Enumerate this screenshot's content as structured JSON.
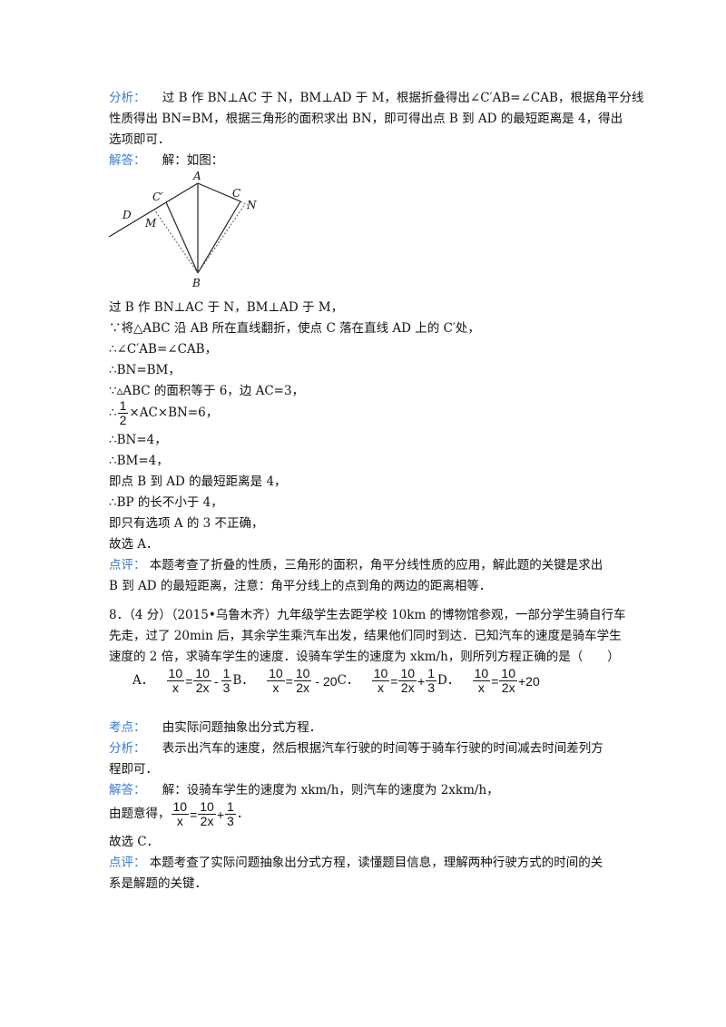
{
  "s7": {
    "analysis_tag": "分析：",
    "analysis_l1": "过 B 作 BN⊥AC 于 N，BM⊥AD 于 M，根据折叠得出∠C′AB=∠CAB，根据角平分线",
    "analysis_l2": "性质得出 BN=BM，根据三角形的面积求出 BN，即可得出点 B 到 AD 的最短距离是 4，得出",
    "analysis_l3": "选项即可．",
    "answer_tag": "解答：",
    "answer_intro": "解：如图：",
    "figure": {
      "A": "A",
      "B": "B",
      "C": "C",
      "C1": "C′",
      "D": "D",
      "M": "M",
      "N": "N"
    },
    "steps": [
      "过 B 作 BN⊥AC 于 N，BM⊥AD 于 M，",
      "∵将△ABC 沿 AB 所在直线翻折，使点 C 落在直线 AD 上的 C′处，",
      "∴∠C′AB=∠CAB，",
      "∴BN=BM，",
      "∵▵ABC 的面积等于 6，边 AC=3，"
    ],
    "frac_step_prefix": "∴",
    "frac_step_num": "1",
    "frac_step_den": "2",
    "frac_step_suffix": "×AC×BN=6，",
    "steps2": [
      "∴BN=4，",
      "∴BM=4，",
      "即点 B 到 AD 的最短距离是 4，",
      "∴BP 的长不小于 4，",
      "即只有选项 A 的 3 不正确，",
      "故选 A．"
    ],
    "comment_tag": "点评：",
    "comment_l1": "本题考查了折叠的性质，三角形的面积，角平分线性质的应用，解此题的关键是求出",
    "comment_l2": "B 到 AD 的最短距离，注意：角平分线上的点到角的两边的距离相等．"
  },
  "q8": {
    "l1": "8．（4 分）（2015•乌鲁木齐）九年级学生去距学校 10km 的博物馆参观，一部分学生骑自行车",
    "l2": "先走，过了 20min 后，其余学生乘汽车出发，结果他们同时到达．已知汽车的速度是骑车学生",
    "l3": "速度的 2 倍，求骑车学生的速度．设骑车学生的速度为 xkm/h，则所列方程正确的是（　　）",
    "options": {
      "A_label": "A．",
      "A_n1": "10",
      "A_d1": "x",
      "A_op1": "=",
      "A_n2": "10",
      "A_d2": "2x",
      "A_op2": "-",
      "A_n3": "1",
      "A_d3": "3",
      "B_label": "B．",
      "B_n1": "10",
      "B_d1": "x",
      "B_op1": "=",
      "B_n2": "10",
      "B_d2": "2x",
      "B_tail": "- 20",
      "C_label": "C．",
      "C_n1": "10",
      "C_d1": "x",
      "C_op1": "=",
      "C_n2": "10",
      "C_d2": "2x",
      "C_op2": "+",
      "C_n3": "1",
      "C_d3": "3",
      "D_label": "D．",
      "D_n1": "10",
      "D_d1": "x",
      "D_op1": "=",
      "D_n2": "10",
      "D_d2": "2x",
      "D_tail": "+20"
    },
    "kaodian_tag": "考点：",
    "kaodian": "由实际问题抽象出分式方程．",
    "analysis_tag": "分析：",
    "analysis_l1": "表示出汽车的速度，然后根据汽车行驶的时间等于骑车行驶的时间减去时间差列方",
    "analysis_l2": "程即可．",
    "answer_tag": "解答：",
    "answer_l1": "解：设骑车学生的速度为 xkm/h，则汽车的速度为 2xkm/h，",
    "answer_l2_prefix": "由题意得，",
    "ans_n1": "10",
    "ans_d1": "x",
    "ans_op1": "=",
    "ans_n2": "10",
    "ans_d2": "2x",
    "ans_op2": "+",
    "ans_n3": "1",
    "ans_d3": "3",
    "ans_end": "．",
    "answer_l3": "故选 C．",
    "comment_tag": "点评：",
    "comment_l1": "本题考查了实际问题抽象出分式方程，读懂题目信息，理解两种行驶方式的时间的关",
    "comment_l2": "系是解题的关键．"
  }
}
